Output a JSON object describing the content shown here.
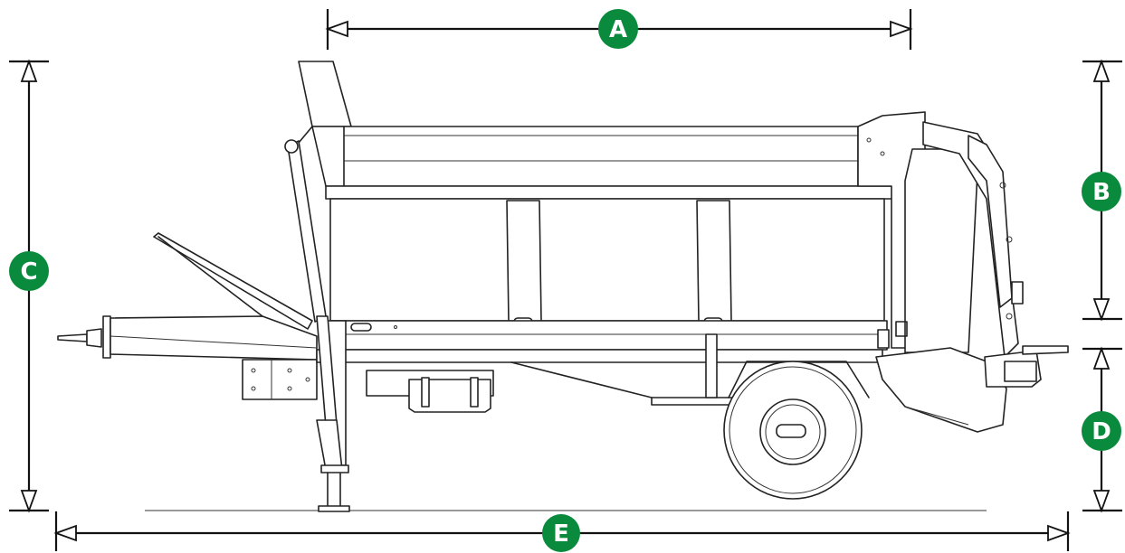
{
  "dimension_labels": {
    "a": "A",
    "b": "B",
    "c": "C",
    "d": "D",
    "e": "E"
  },
  "colors": {
    "badge": "#0a8a3c",
    "line": "#222222"
  }
}
